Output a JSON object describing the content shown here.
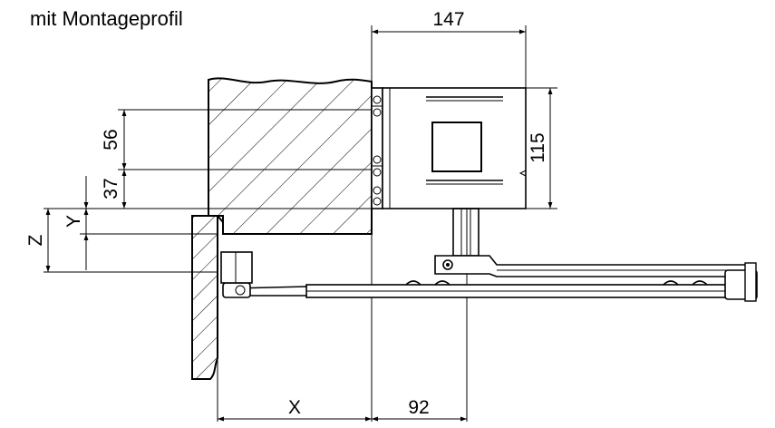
{
  "title": "mit Montageprofil",
  "dimensions": {
    "top_width": "147",
    "right_height": "115",
    "left_upper": "56",
    "left_lower": "37",
    "y_offset": "Y",
    "z_offset": "Z",
    "bottom_x": "X",
    "bottom_right": "92"
  }
}
